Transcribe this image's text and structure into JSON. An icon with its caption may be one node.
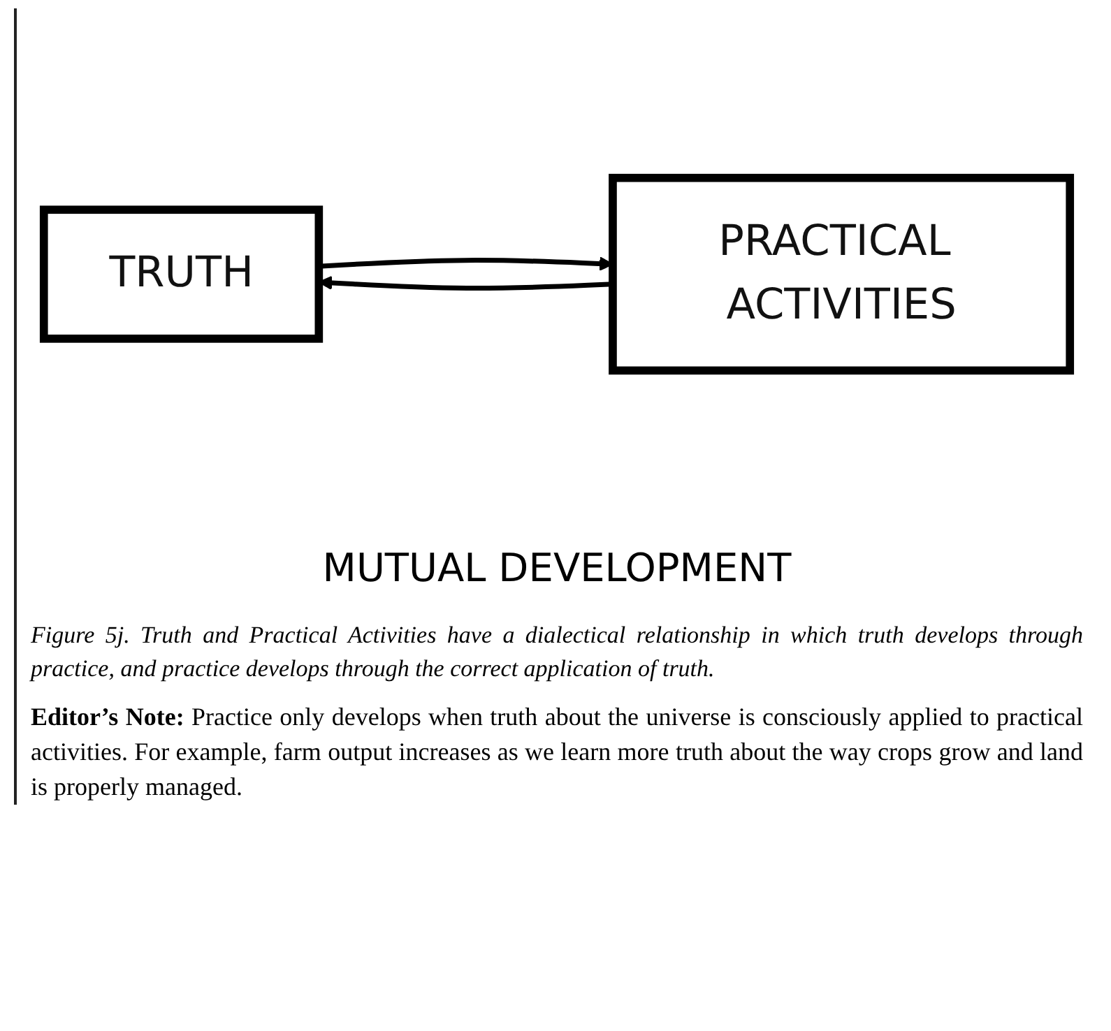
{
  "diagram": {
    "caption": "Figure 5j. Truth and Practical Activities have a dialectical relationship in which truth develops through practice, and practice develops through the correct application of  truth.",
    "nodes": [
      {
        "text": [
          "TRUTH"
        ]
      },
      {
        "text": [
          "PRACTICAL ACTIVITIES"
        ]
      }
    ],
    "edges": [
      {
        "from": 0,
        "to": 1,
        "arrow": "to"
      },
      {
        "from": 1,
        "to": 0,
        "arrow": "to"
      }
    ],
    "labels": [
      "MUTUAL DEVELOPMENT",
      "**Editor’s Note:** Practice only develops when truth about the universe is consciously applied to practical activities. For example, farm output increases as we learn more truth about the way crops grow and land is properly managed."
    ]
  }
}
